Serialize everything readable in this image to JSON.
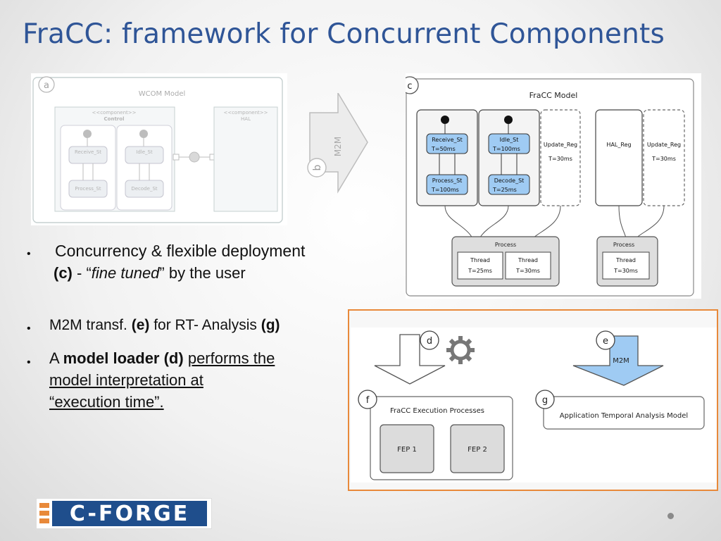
{
  "title": "FraCC: framework for Concurrent Components",
  "panel_a": {
    "tag": "a",
    "model_title": "WCOM Model",
    "control_stereotype": "<<component>>",
    "control_name": "Control",
    "hal_stereotype": "<<component>>",
    "hal_name": "HAL",
    "states": [
      "Receive_St",
      "Idle_St",
      "Process_St",
      "Decode_St"
    ]
  },
  "m2m_b": {
    "tag": "b",
    "label": "M2M"
  },
  "panel_c": {
    "tag": "c",
    "model_title": "FraCC Model",
    "regions": [
      {
        "state_top": "Receive_St",
        "period_top": "T=50ms",
        "state_bottom": "Process_St",
        "period_bottom": "T=100ms"
      },
      {
        "state_top": "Idle_St",
        "period_top": "T=100ms",
        "state_bottom": "Decode_St",
        "period_bottom": "T=25ms"
      }
    ],
    "update_reg_1": {
      "name": "Update_Reg",
      "period": "T=30ms"
    },
    "hal_reg": {
      "name": "HAL_Reg"
    },
    "update_reg_2": {
      "name": "Update_Reg",
      "period": "T=30ms"
    },
    "process_1": {
      "label": "Process",
      "threads": [
        {
          "name": "Thread",
          "period": "T=25ms"
        },
        {
          "name": "Thread",
          "period": "T=30ms"
        }
      ]
    },
    "process_2": {
      "label": "Process",
      "threads": [
        {
          "name": "Thread",
          "period": "T=30ms"
        }
      ]
    }
  },
  "bullets": {
    "b1_line1": "Concurrency  & flexible deployment",
    "b1_c": "(c)",
    "b1_dash": " - “",
    "b1_italic": "fine tuned",
    "b1_end": "” by the user",
    "b2_pre": "M2M transf. ",
    "b2_e": "(e)",
    "b2_mid": "  for RT- Analysis ",
    "b2_g": "(g)",
    "b3_pre": "A ",
    "b3_bold": "model loader (d)",
    "b3_u1": "performs the",
    "b3_u2": "model interpretation at",
    "b3_u3": "“execution time”."
  },
  "panel_bottom": {
    "tag_d": "d",
    "tag_e": "e",
    "e_label": "M2M",
    "tag_f": "f",
    "f_title": "FraCC Execution Processes",
    "fep1": "FEP 1",
    "fep2": "FEP 2",
    "tag_g": "g",
    "g_title": "Application Temporal Analysis Model"
  },
  "logo": {
    "text": "C-FORGE"
  },
  "colors": {
    "title": "#2f5597",
    "state_blue": "#9fcbf3",
    "frame_orange": "#e8893a"
  }
}
